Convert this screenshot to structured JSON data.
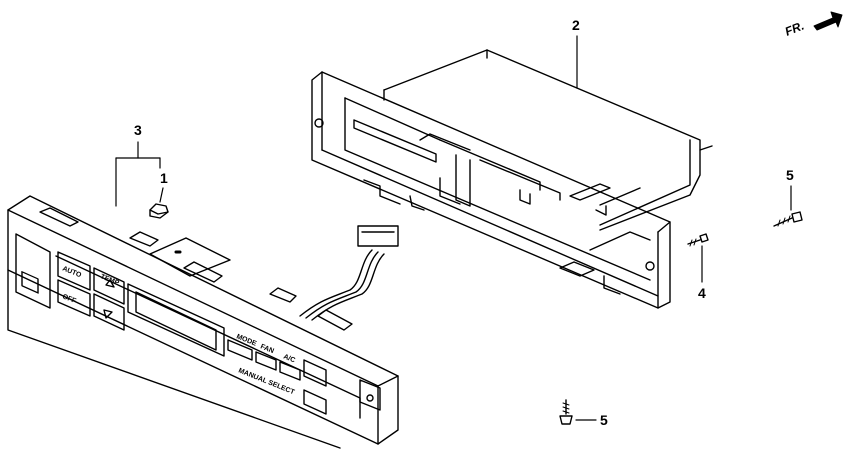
{
  "orientation": {
    "label": "FR.",
    "icon": "front-direction-arrow-icon"
  },
  "callouts": [
    "1",
    "2",
    "3",
    "4",
    "5",
    "5"
  ],
  "panel": {
    "temp_label": "TEMP",
    "auto_label": "AUTO",
    "off_label": "OFF",
    "mode_label": "MODE",
    "fan_label": "FAN",
    "ac_label": "A/C",
    "manual_select_label": "MANUAL SELECT"
  },
  "parts": [
    {
      "callout": "1",
      "icon": "bulb-socket-icon"
    },
    {
      "callout": "2",
      "icon": "control-unit-housing-icon"
    },
    {
      "callout": "3",
      "icon": "climate-control-panel-icon"
    },
    {
      "callout": "4",
      "icon": "screw-icon"
    },
    {
      "callout": "5",
      "icon": "self-tapping-screw-icon"
    }
  ],
  "colors": {
    "line": "#000000",
    "background": "#ffffff"
  }
}
